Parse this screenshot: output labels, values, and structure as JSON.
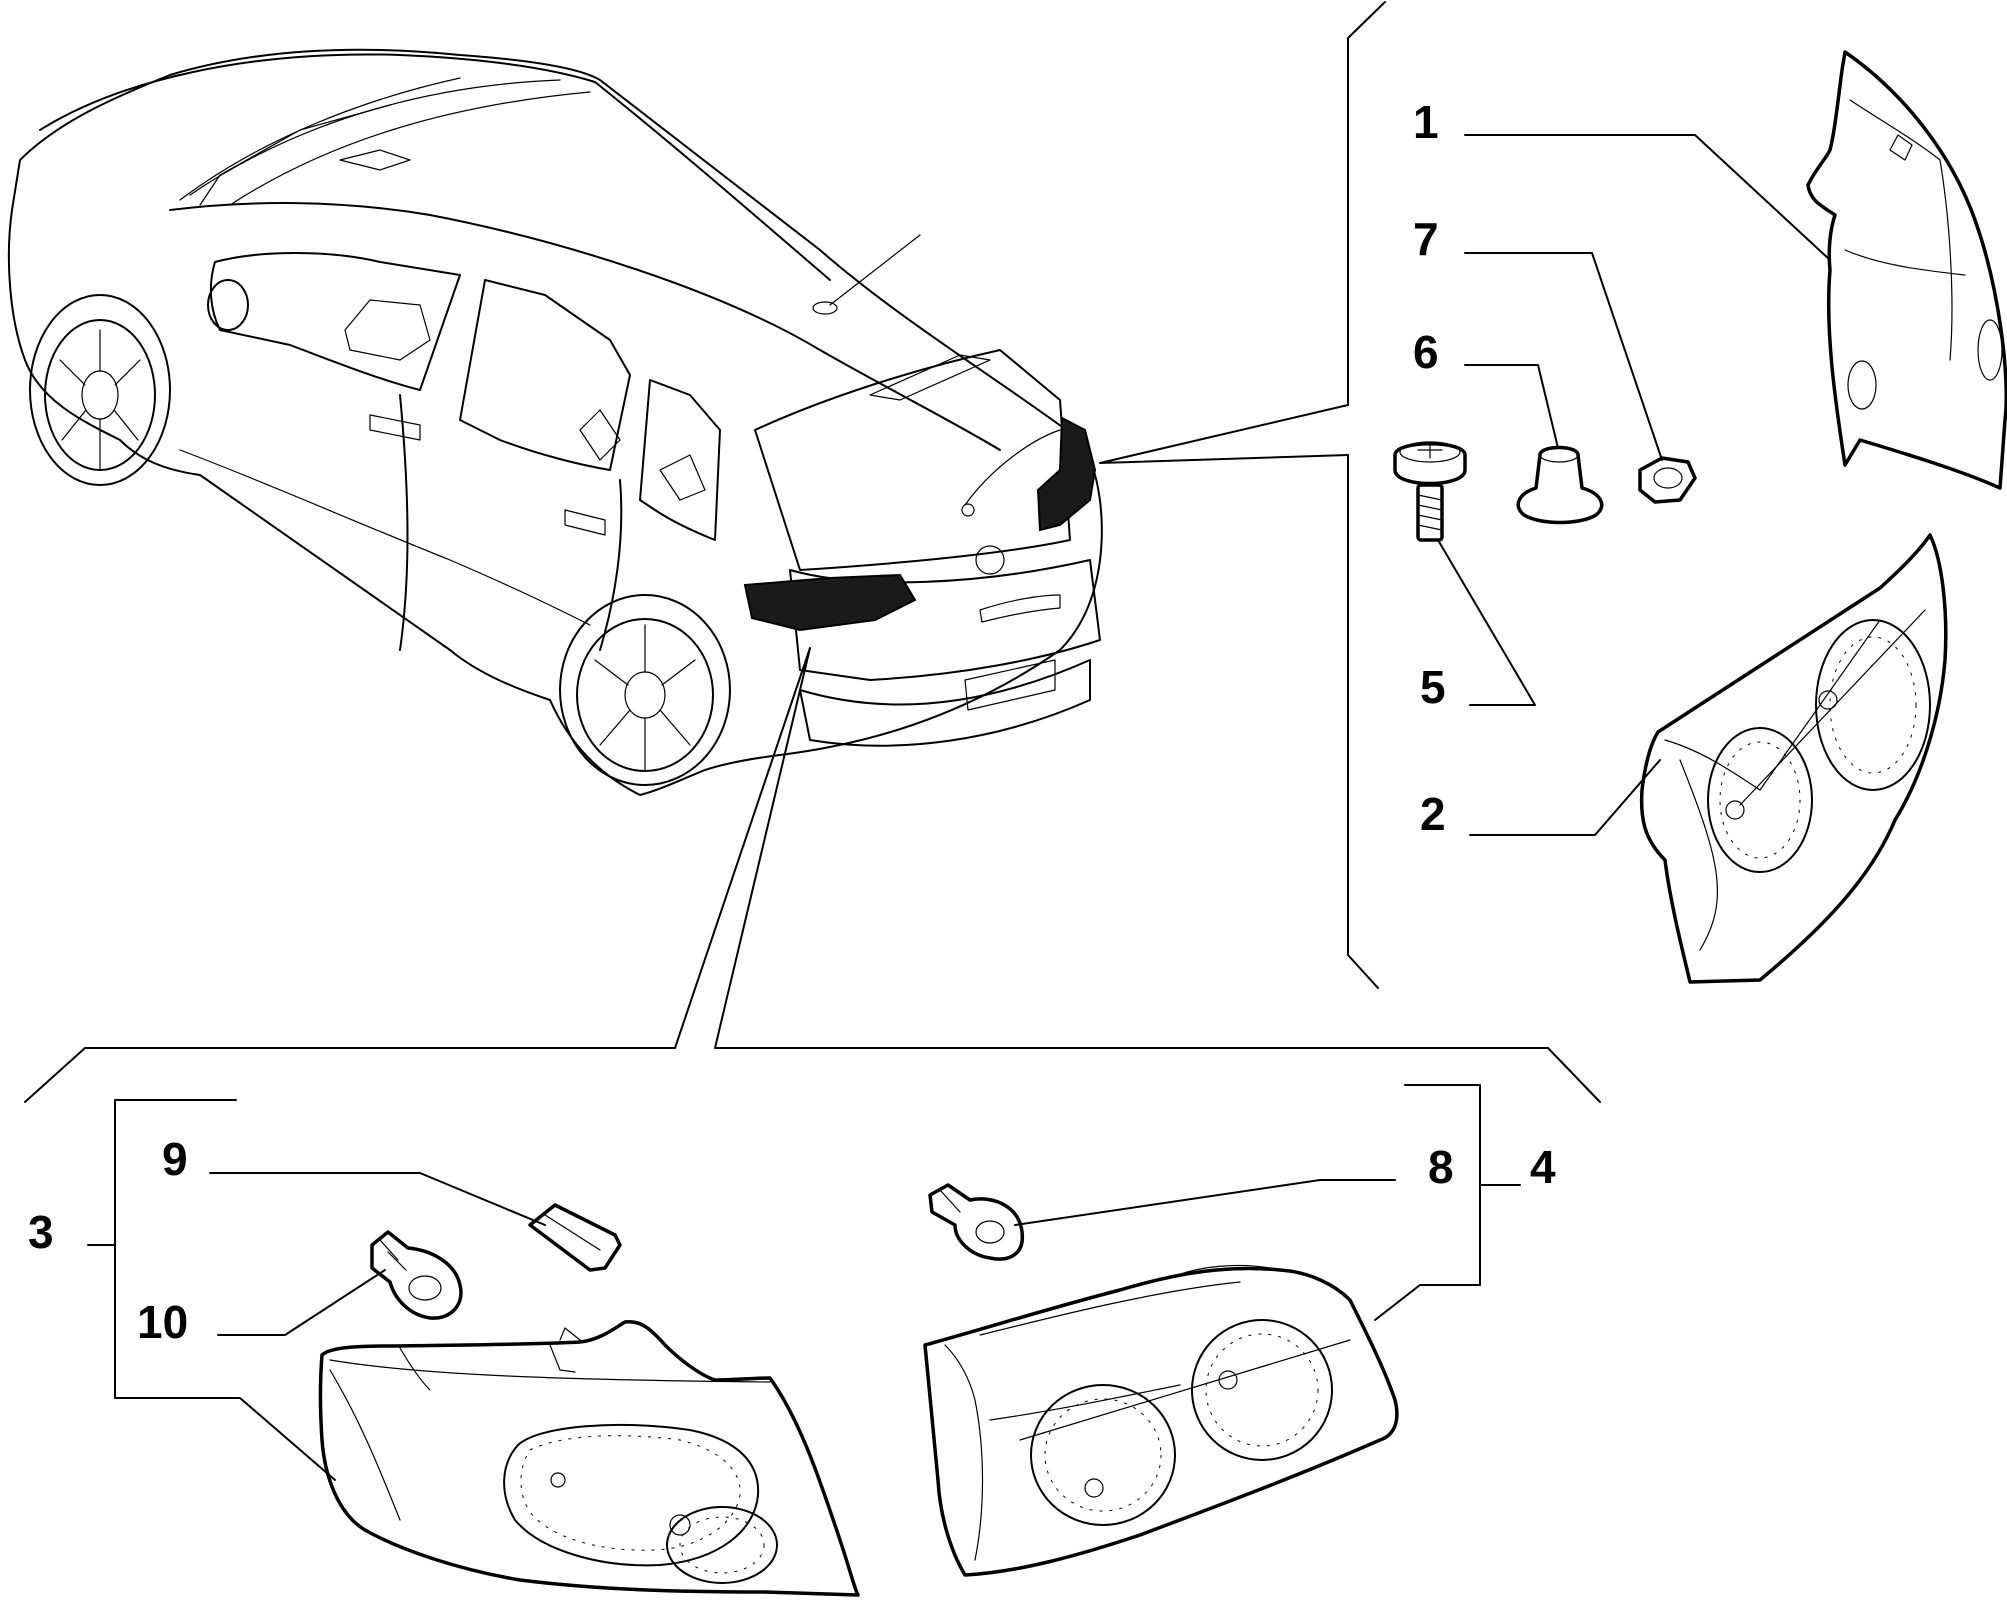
{
  "diagram": {
    "labels": [
      {
        "id": "1",
        "text": "1"
      },
      {
        "id": "7",
        "text": "7"
      },
      {
        "id": "6",
        "text": "6"
      },
      {
        "id": "5",
        "text": "5"
      },
      {
        "id": "2",
        "text": "2"
      },
      {
        "id": "3",
        "text": "3"
      },
      {
        "id": "9",
        "text": "9"
      },
      {
        "id": "10",
        "text": "10"
      },
      {
        "id": "8",
        "text": "8"
      },
      {
        "id": "4",
        "text": "4"
      }
    ]
  }
}
